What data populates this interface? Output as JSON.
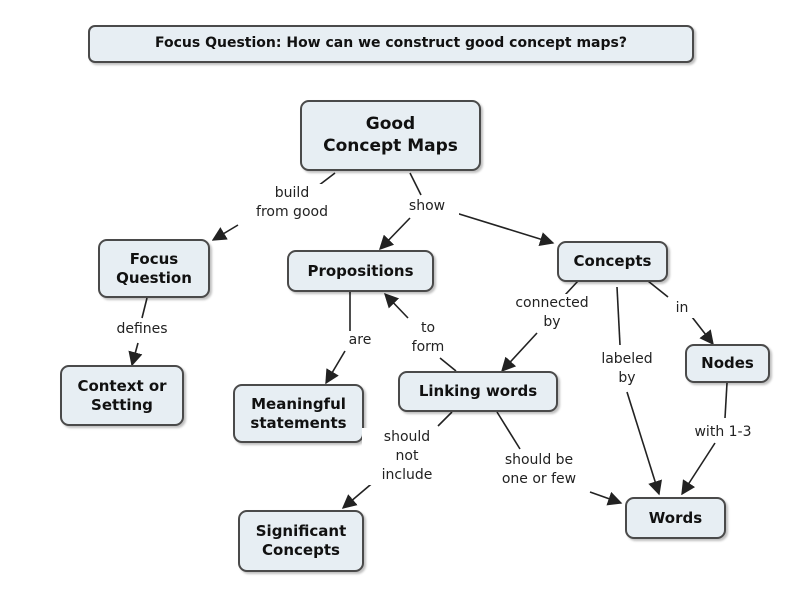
{
  "focus_question": "Focus Question: How can we construct good concept maps?",
  "nodes": {
    "good_concept_maps": "Good\nConcept Maps",
    "focus_question": "Focus\nQuestion",
    "propositions": "Propositions",
    "concepts": "Concepts",
    "context_or_setting": "Context or\nSetting",
    "meaningful_statements": "Meaningful\nstatements",
    "linking_words": "Linking words",
    "nodes": "Nodes",
    "significant_concepts": "Significant\nConcepts",
    "words": "Words"
  },
  "links": {
    "build_from_good": "build\nfrom good",
    "show": "show",
    "defines": "defines",
    "are": "are",
    "to_form": "to\nform",
    "connected_by": "connected\nby",
    "in": "in",
    "labeled_by": "labeled\nby",
    "with_1_3": "with 1-3",
    "should_not_include": "should\nnot\ninclude",
    "should_be_one_or_few": "should be\none or few"
  },
  "colors": {
    "node_fill": "#e7eef3",
    "node_border": "#4a4a4a",
    "connector": "#222222"
  }
}
